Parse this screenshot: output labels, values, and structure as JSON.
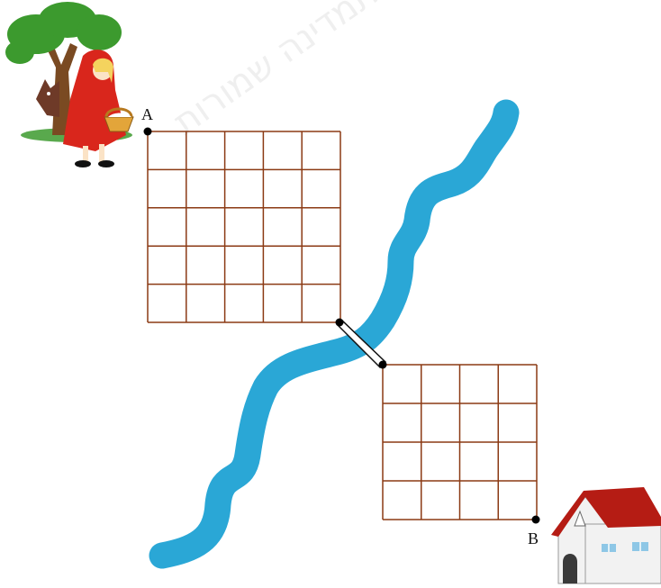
{
  "diagram": {
    "grid_top": {
      "cols": 5,
      "rows": 5
    },
    "grid_bottom": {
      "cols": 4,
      "rows": 4
    },
    "points": {
      "start_label": "A",
      "end_label": "B"
    },
    "watermark_text": "נתמדינה שמורות",
    "colors": {
      "grid": "#8B3A14",
      "river": "#2AA7D6",
      "bridge_fill": "#ffffff",
      "bridge_stroke": "#111111",
      "dot": "#000000",
      "roof": "#B51C14",
      "wall": "#F2F2F2",
      "window": "#8EC7E6",
      "cape": "#D9261C",
      "tree_leaves": "#3C9A2E",
      "tree_trunk": "#7A4A22",
      "wolf": "#6E3A28",
      "hair": "#F4D35E"
    },
    "icons": [
      "red-riding-hood-icon",
      "house-icon",
      "river-icon",
      "bridge-icon"
    ]
  }
}
